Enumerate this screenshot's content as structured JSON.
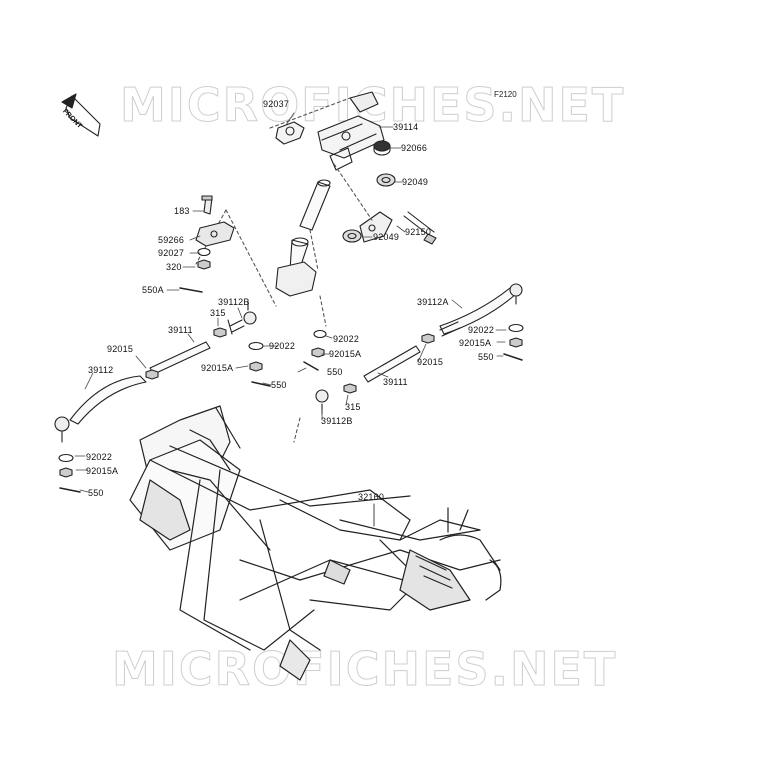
{
  "watermark": "MICROFICHES.NET",
  "figure_code": "F2120",
  "front_label": "FRONT",
  "part_labels": [
    {
      "id": "p92037",
      "text": "92037"
    },
    {
      "id": "p39114",
      "text": "39114"
    },
    {
      "id": "p92066",
      "text": "92066"
    },
    {
      "id": "p92049a",
      "text": "92049"
    },
    {
      "id": "p92150",
      "text": "92150"
    },
    {
      "id": "p92049b",
      "text": "92049"
    },
    {
      "id": "p183",
      "text": "183"
    },
    {
      "id": "p59266",
      "text": "59266"
    },
    {
      "id": "p92027",
      "text": "92027"
    },
    {
      "id": "p320",
      "text": "320"
    },
    {
      "id": "p550A",
      "text": "550A"
    },
    {
      "id": "p39112Ba",
      "text": "39112B"
    },
    {
      "id": "p315a",
      "text": "315"
    },
    {
      "id": "p39111a",
      "text": "39111"
    },
    {
      "id": "p92015a",
      "text": "92015"
    },
    {
      "id": "p39112",
      "text": "39112"
    },
    {
      "id": "p92022a",
      "text": "92022"
    },
    {
      "id": "p92022b",
      "text": "92022"
    },
    {
      "id": "p92015Aa",
      "text": "92015A"
    },
    {
      "id": "p92015Ab",
      "text": "92015A"
    },
    {
      "id": "p550a",
      "text": "550"
    },
    {
      "id": "p550b",
      "text": "550"
    },
    {
      "id": "p315b",
      "text": "315"
    },
    {
      "id": "p39112Bb",
      "text": "39112B"
    },
    {
      "id": "p39111b",
      "text": "39111"
    },
    {
      "id": "p92015b",
      "text": "92015"
    },
    {
      "id": "p39112A",
      "text": "39112A"
    },
    {
      "id": "p92022c",
      "text": "92022"
    },
    {
      "id": "p92015Ac",
      "text": "92015A"
    },
    {
      "id": "p550c",
      "text": "550"
    },
    {
      "id": "p92022d",
      "text": "92022"
    },
    {
      "id": "p92015Ad",
      "text": "92015A"
    },
    {
      "id": "p550d",
      "text": "550"
    },
    {
      "id": "p32160",
      "text": "32160"
    }
  ]
}
